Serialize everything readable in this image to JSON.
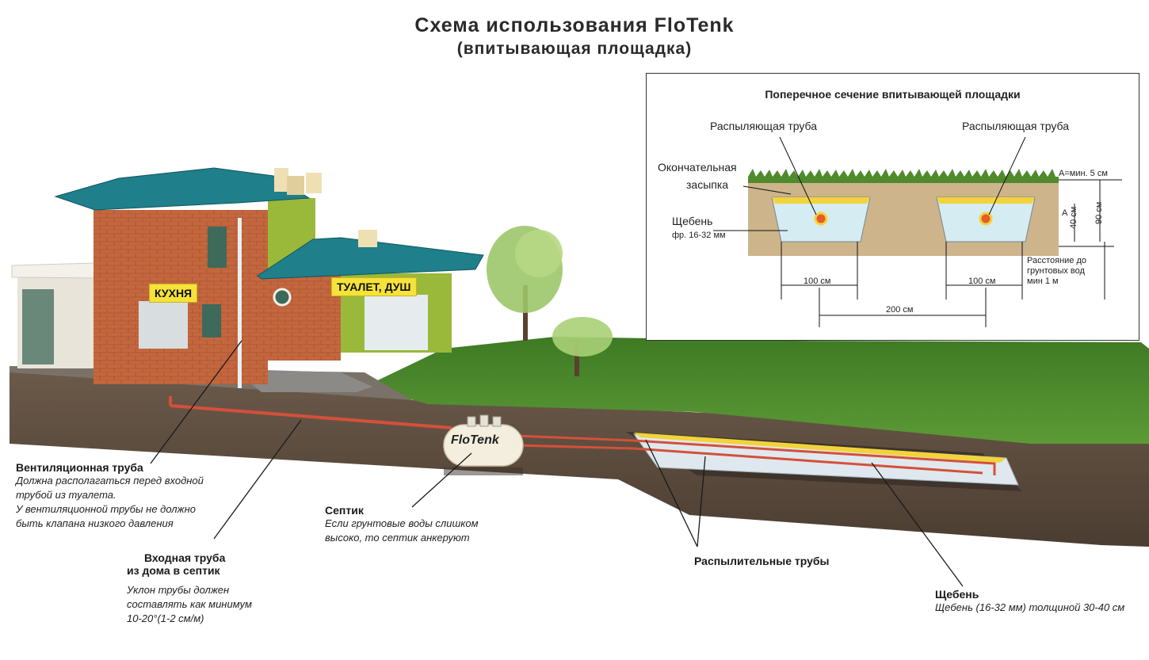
{
  "title": "Схема использования FloTenk",
  "subtitle": "(впитывающая площадка)",
  "rooms": {
    "kitchen": "КУХНЯ",
    "toilet": "ТУАЛЕТ, ДУШ"
  },
  "tank_logo": "FloTenk",
  "callouts": {
    "vent": {
      "title": "Вентиляционная труба",
      "lines": [
        "Должна располагаться перед входной",
        "трубой из туалета.",
        "У вентиляционной трубы не должно",
        "быть клапана низкого давления"
      ]
    },
    "inlet": {
      "title_lines": [
        "Входная труба",
        "из дома в септик"
      ],
      "lines": [
        "Уклон трубы должен",
        "составлять как минимум",
        "10-20°(1-2 см/м)"
      ]
    },
    "septic": {
      "title": "Септик",
      "lines": [
        "Если грунтовые воды слишком",
        "высоко, то септик анкеруют"
      ]
    },
    "spray": {
      "title": "Распылительные трубы"
    },
    "gravel": {
      "title": "Щебень",
      "line": "Щебень (16-32 мм) толщиной 30-40 см"
    }
  },
  "inset": {
    "title": "Поперечное сечение впитывающей площадки",
    "pipe_left": "Распыляющая труба",
    "pipe_right": "Распыляющая труба",
    "backfill_lines": [
      "Окончательная",
      "засыпка"
    ],
    "gravel_title": "Щебень",
    "gravel_fraction": "фр. 16-32 мм",
    "a_min": "А=мин. 5 см",
    "a_letter": "А",
    "dim_40": "40 см",
    "dim_90": "90 см",
    "groundwater_lines": [
      "Расстояние до",
      "грунтовых вод",
      "мин  1 м"
    ],
    "width_left": "100 см",
    "width_right": "100 см",
    "spacing": "200 см"
  },
  "colors": {
    "grass": "#4f8a2c",
    "soil": "#5a4a3c",
    "pipe": "#d4503a",
    "roof": "#1f7f8a",
    "brick": "#c4673f",
    "gravel_bed": "#f2d33a",
    "label_bg": "#f5e23a"
  }
}
